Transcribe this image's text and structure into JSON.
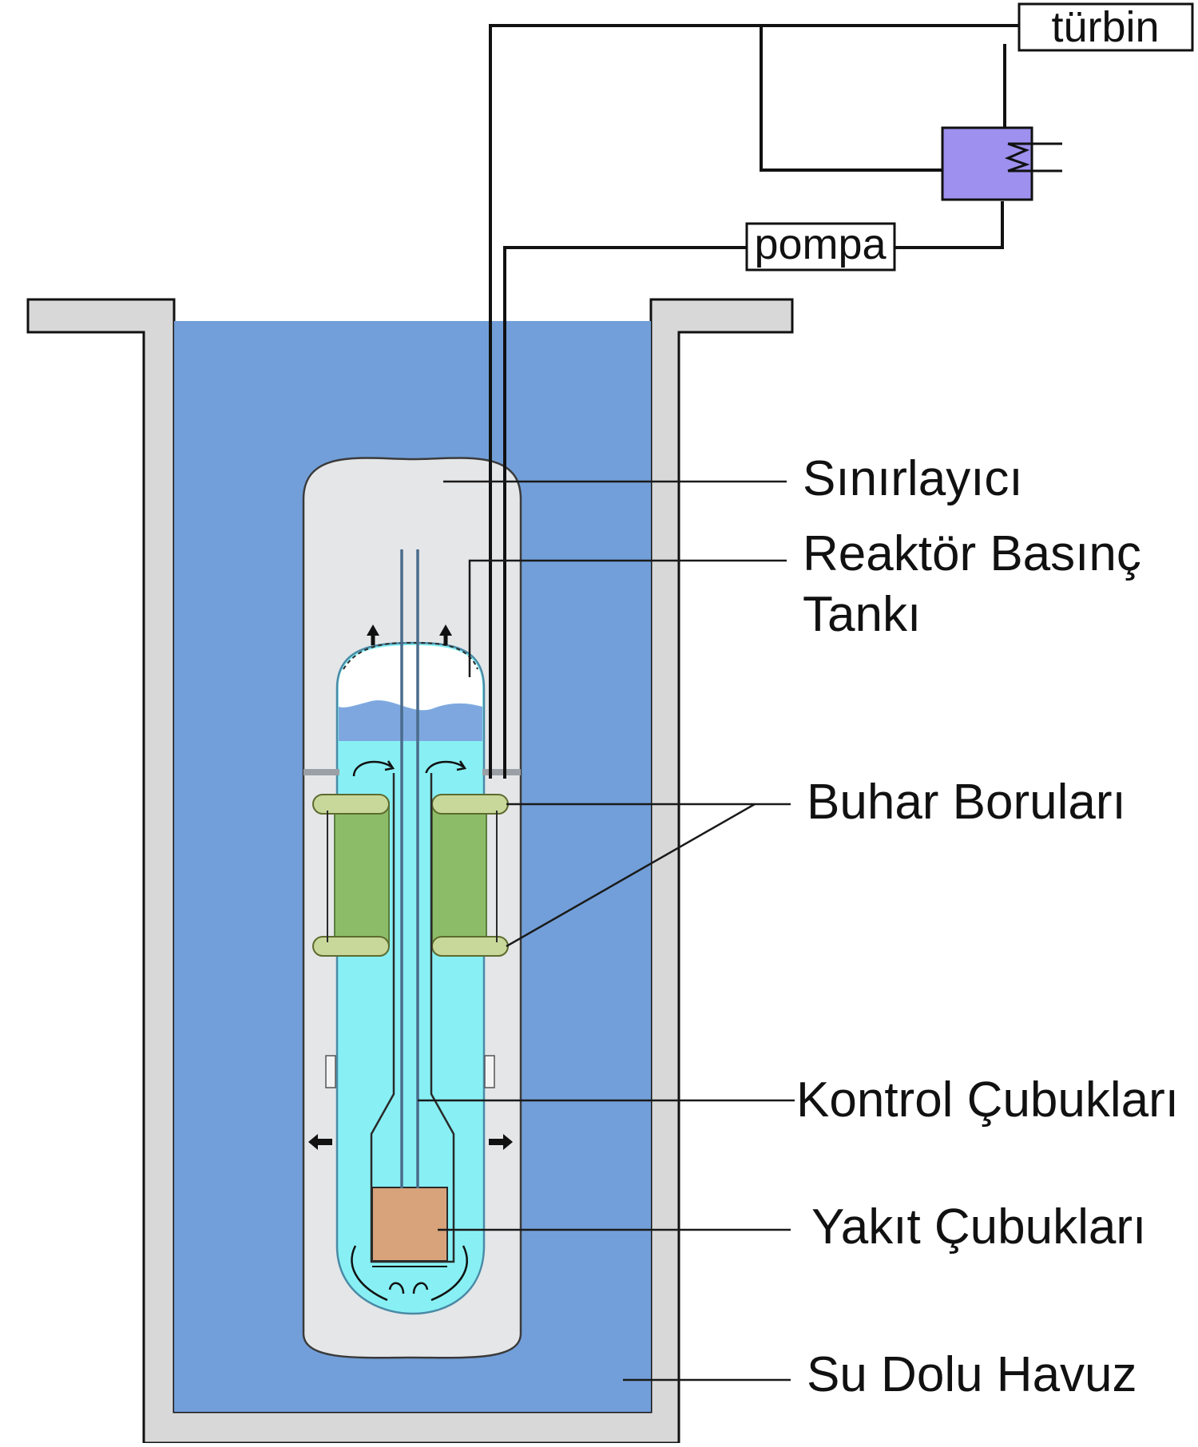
{
  "diagram": {
    "labels": {
      "turbine": "türbin",
      "pump": "pompa",
      "limiter": "Sınırlayıcı",
      "vessel_line1": "Reaktör Basınç",
      "vessel_line2": "Tankı",
      "steam_pipes": "Buhar Boruları",
      "control_rods": "Kontrol Çubukları",
      "fuel_rods": "Yakıt Çubukları",
      "pool": "Su Dolu Havuz"
    },
    "colors": {
      "pool_water": "#729fd9",
      "pool_wall": "#d8d8d8",
      "containment": "#e4e6e8",
      "coolant": "#88f0f4",
      "steam_dome_water": "#7fa7df",
      "steam_generator": "#8cbc68",
      "steam_ring": "#c8d79a",
      "fuel": "#d8a27a",
      "heat_exchanger": "#9d90ee"
    }
  }
}
